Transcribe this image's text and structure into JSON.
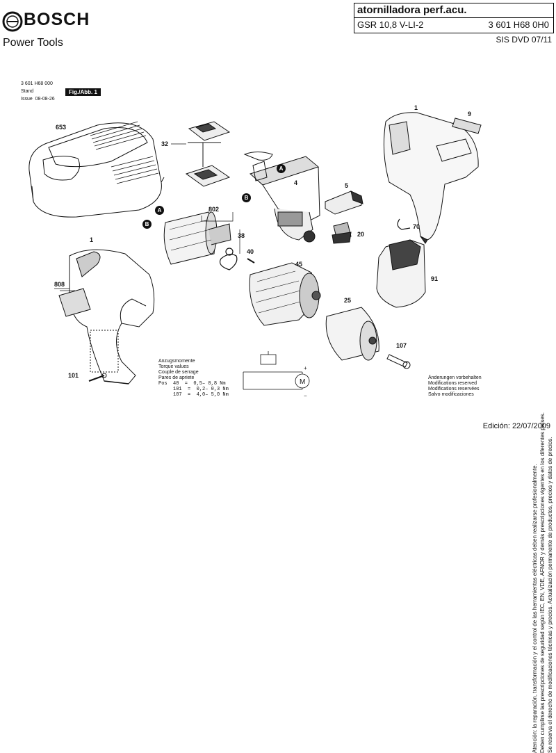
{
  "header": {
    "brand": "BOSCH",
    "subtitle": "Power Tools",
    "doc_title": "atornilladora perf.acu.",
    "model": "GSR 10,8 V-LI-2",
    "part_number": "3 601 H68 0H0",
    "sis": "SIS DVD 07/11"
  },
  "meta": {
    "id_line": "3 601 H68 000",
    "stand_label": "Stand",
    "issue_label": "Issue",
    "issue_date": "08-08-26",
    "figure": "Fig./Abb. 1"
  },
  "parts": {
    "p653": "653",
    "p32": "32",
    "p808": "808",
    "p1a": "1",
    "p1b": "1",
    "p101": "101",
    "p802": "802",
    "p38": "38",
    "p40": "40",
    "p45": "45",
    "p4": "4",
    "p5": "5",
    "p20": "20",
    "p70": "70",
    "p9": "9",
    "p91": "91",
    "p25": "25",
    "p107": "107"
  },
  "markers": {
    "a": "A",
    "b": "B"
  },
  "torque": {
    "lines": [
      "Anzugsmomente",
      "Torque values",
      "Couple de serrage",
      "Pares de apriete"
    ],
    "rows": [
      "Pos  40  =  0,5– 0,8 Nm",
      "     101  =  0,2– 0,3 Nm",
      "     107  =  4,0– 5,0 Nm"
    ]
  },
  "modifications": [
    "Änderungen vorbehalten",
    "Modifications reserved",
    "Modifications reservées",
    "Salvo modificaciones"
  ],
  "edition": "Edición: 22/07/2009",
  "legal": [
    "Atención: la reparación, transformación y el control de las herramientas eléctricas deben realizarse profesionalmente.",
    "Deben cumplirse las prescripciones de seguridad según IEC, EN, VDE, AFNOR y demás prescripciones vigentes en los diferentes países.",
    "Se reserva el derecho de modificaciones técnicas y precios. Actualización permanente de productos, precios y datos de precios."
  ]
}
